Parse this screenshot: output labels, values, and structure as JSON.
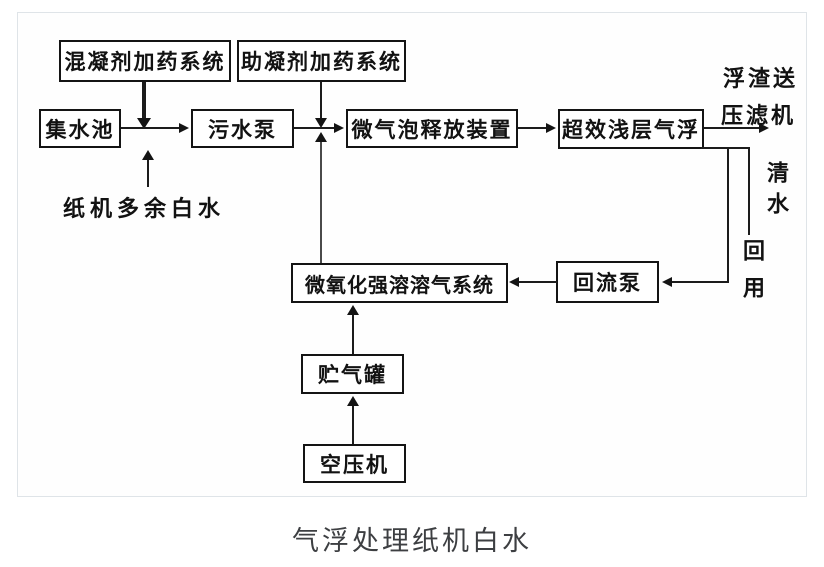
{
  "figure": {
    "caption": "气浮处理纸机白水"
  },
  "diagram": {
    "type": "process-flowchart",
    "nodes": {
      "coagulant_dosing": {
        "label": "混凝剂加药系统"
      },
      "flocculant_aid_dosing": {
        "label": "助凝剂加药系统"
      },
      "collection_tank": {
        "label": "集水池"
      },
      "sewage_pump": {
        "label": "污水泵"
      },
      "microbubble_release": {
        "label": "微气泡释放装置"
      },
      "shallow_air_flotation": {
        "label": "超效浅层气浮"
      },
      "dissolved_air_system": {
        "label": "微氧化强溶溶气系统"
      },
      "return_pump": {
        "label": "回流泵"
      },
      "air_storage_tank": {
        "label": "贮气罐"
      },
      "air_compressor": {
        "label": "空压机"
      }
    },
    "labels": {
      "scum_to_press_line1": "浮渣送",
      "scum_to_press_line2": "压滤机",
      "clean_water": "清水",
      "reuse": "回用",
      "excess_white_water": "纸机多余白水"
    },
    "edges": [
      {
        "from": "excess_white_water",
        "to": "collection_tank"
      },
      {
        "from": "collection_tank",
        "to": "sewage_pump"
      },
      {
        "from": "coagulant_dosing",
        "to": "collection_tank-sewage_pump-line"
      },
      {
        "from": "sewage_pump",
        "to": "microbubble_release"
      },
      {
        "from": "flocculant_aid_dosing",
        "to": "sewage_pump-microbubble_release-line"
      },
      {
        "from": "dissolved_air_system",
        "to": "sewage_pump-microbubble_release-line"
      },
      {
        "from": "microbubble_release",
        "to": "shallow_air_flotation"
      },
      {
        "from": "shallow_air_flotation",
        "to": "scum_to_press"
      },
      {
        "from": "shallow_air_flotation",
        "to": "return_pump"
      },
      {
        "from": "shallow_air_flotation",
        "to": "clean_water_reuse"
      },
      {
        "from": "return_pump",
        "to": "dissolved_air_system"
      },
      {
        "from": "air_storage_tank",
        "to": "dissolved_air_system"
      },
      {
        "from": "air_compressor",
        "to": "air_storage_tank"
      }
    ],
    "colors": {
      "line": "#1c1c1c",
      "box_border": "#141414",
      "panel_border": "#dfe4e8",
      "caption_text": "#3d3f42"
    }
  }
}
